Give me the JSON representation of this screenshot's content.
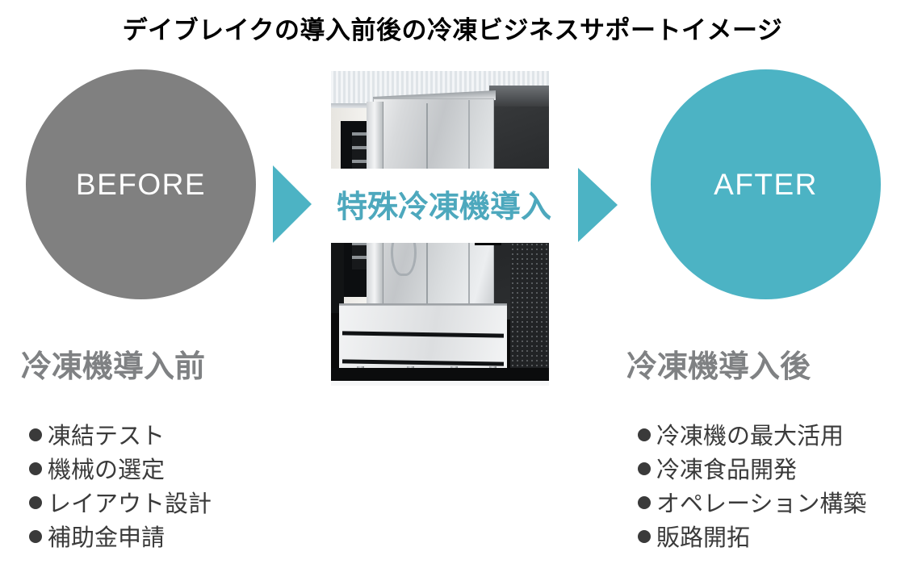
{
  "title": "デイブレイクの導入前後の冷凍ビジネスサポートイメージ",
  "colors": {
    "accent_teal": "#4cb3c4",
    "center_label_teal": "#4da8bd",
    "before_gray": "#808080",
    "heading_gray": "#7f8183",
    "body_text": "#3a3a3a",
    "title_text": "#000000",
    "background": "#ffffff"
  },
  "before": {
    "circle_label": "BEFORE",
    "heading": "冷凍機導入前",
    "items": [
      "凍結テスト",
      "機械の選定",
      "レイアウト設計",
      "補助金申請"
    ]
  },
  "after": {
    "circle_label": "AFTER",
    "heading": "冷凍機導入後",
    "items": [
      "冷凍機の最大活用",
      "冷凍食品開発",
      "オペレーション構築",
      "販路開拓"
    ]
  },
  "center": {
    "label": "特殊冷凍機導入",
    "photo_alt": "industrial-freezer-photo",
    "arrow_left_icon": "triangle-right-icon",
    "arrow_right_icon": "triangle-right-icon"
  }
}
